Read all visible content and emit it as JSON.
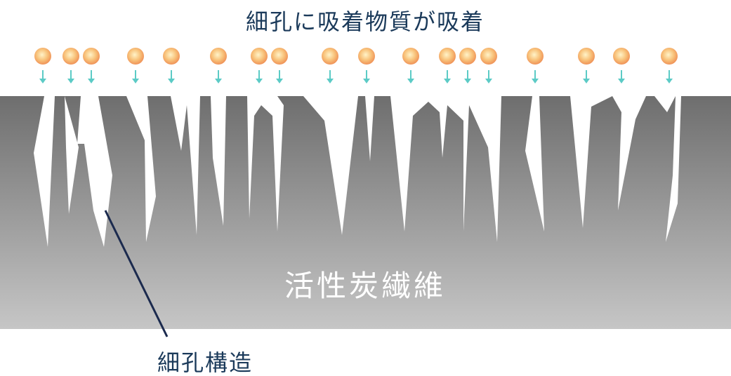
{
  "title": "細孔に吸着物質が吸着",
  "body_label": "活性炭繊維",
  "pore_label": "細孔構造",
  "colors": {
    "title_text": "#1b3a5a",
    "body_text": "#ffffff",
    "label_text": "#1b3a5a",
    "leader_line": "#1b2a4e",
    "arrow": "#5ccbc6",
    "particle_center": "#fff3c8",
    "particle_mid": "#f8c27a",
    "particle_edge": "#ef8f55",
    "fiber_top": "#6e6e6e",
    "fiber_bottom": "#c6c6c6",
    "pore": "#ffffff"
  },
  "icons": {
    "particle": "adsorbate-particle-icon",
    "arrow": "down-arrow-icon"
  }
}
